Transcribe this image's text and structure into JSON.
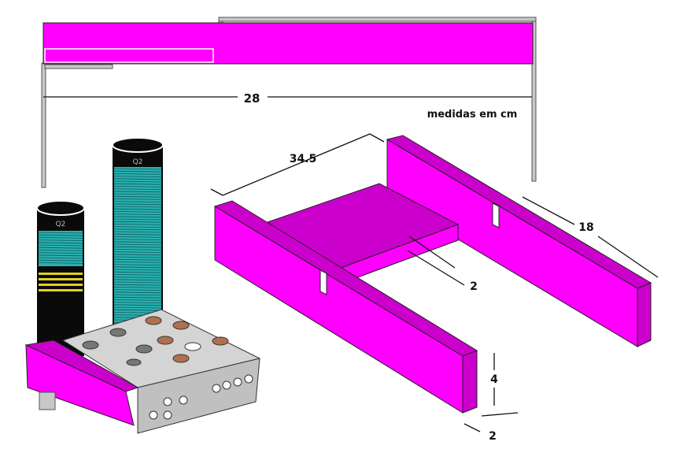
{
  "colors": {
    "magenta": "#ff00ff",
    "magenta_dark": "#cc00cc",
    "magenta_side": "#e000e0",
    "rail_gray": "#c8c8c8",
    "outline": "#222222",
    "cyan_coil": "#2ab0b0",
    "coil_black": "#0a0a0a",
    "yellow_band": "#e0d020",
    "chassis_gray": "#d4d4d4",
    "socket_brown": "#b07050"
  },
  "labels": {
    "top_width": "28",
    "units": "medidas em cm",
    "length": "34.5",
    "depth": "18",
    "middle_thickness": "2",
    "height": "4",
    "bottom_thickness": "2"
  },
  "tube_label": "Q2",
  "icons": {
    "coil_short": "coil-form-icon",
    "coil_tall": "coil-form-icon",
    "chassis": "chassis-icon"
  }
}
